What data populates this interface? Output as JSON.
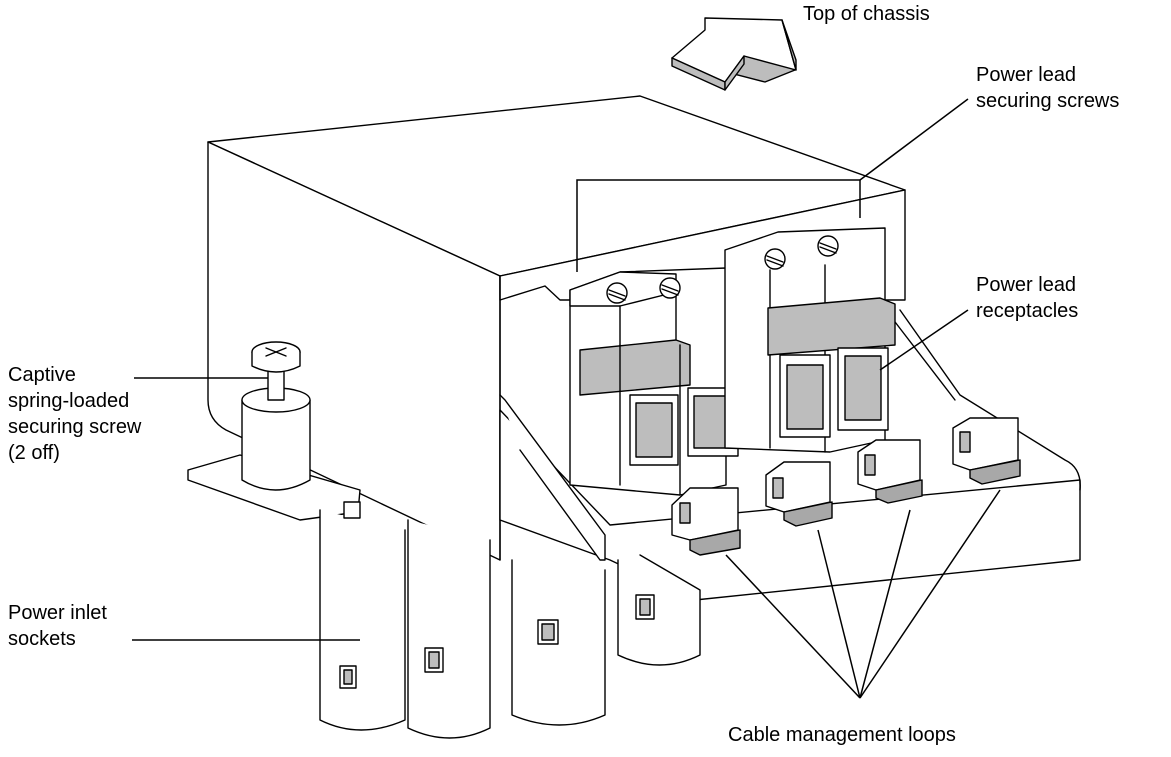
{
  "labels": {
    "top_of_chassis": "Top of chassis",
    "securing_screws": [
      "Power lead",
      "securing screws"
    ],
    "receptacles": [
      "Power lead",
      "receptacles"
    ],
    "captive_screw": [
      "Captive",
      "spring-loaded",
      "securing screw",
      "(2 off)"
    ],
    "inlet_sockets": [
      "Power inlet",
      "sockets"
    ],
    "cable_loops": "Cable management loops"
  },
  "colors": {
    "line": "#000000",
    "shade": "#bdbdbd",
    "background": "#ffffff"
  }
}
